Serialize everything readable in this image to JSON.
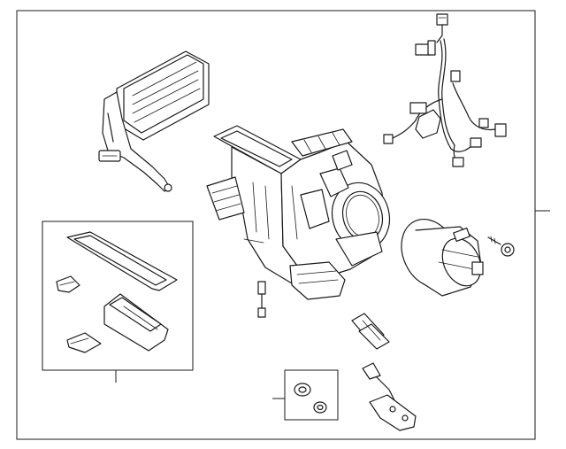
{
  "parts": [
    {
      "id": "evaporator-core",
      "icon": "evaporator-icon"
    },
    {
      "id": "wiring-harness",
      "icon": "wire-harness-icon"
    },
    {
      "id": "heater-housing",
      "icon": "hvac-case-icon"
    },
    {
      "id": "blower-motor",
      "icon": "blower-motor-icon"
    },
    {
      "id": "screw",
      "icon": "screw-icon"
    },
    {
      "id": "resistor",
      "icon": "resistor-icon"
    },
    {
      "id": "actuator",
      "icon": "actuator-icon"
    },
    {
      "id": "sensor",
      "icon": "sensor-icon"
    }
  ],
  "kits": [
    {
      "id": "seal-kit",
      "items": [
        "seal-frame",
        "clip",
        "foam-pad",
        "pad"
      ]
    },
    {
      "id": "grommet-kit",
      "items": [
        "grommet-large",
        "grommet-small"
      ]
    }
  ]
}
